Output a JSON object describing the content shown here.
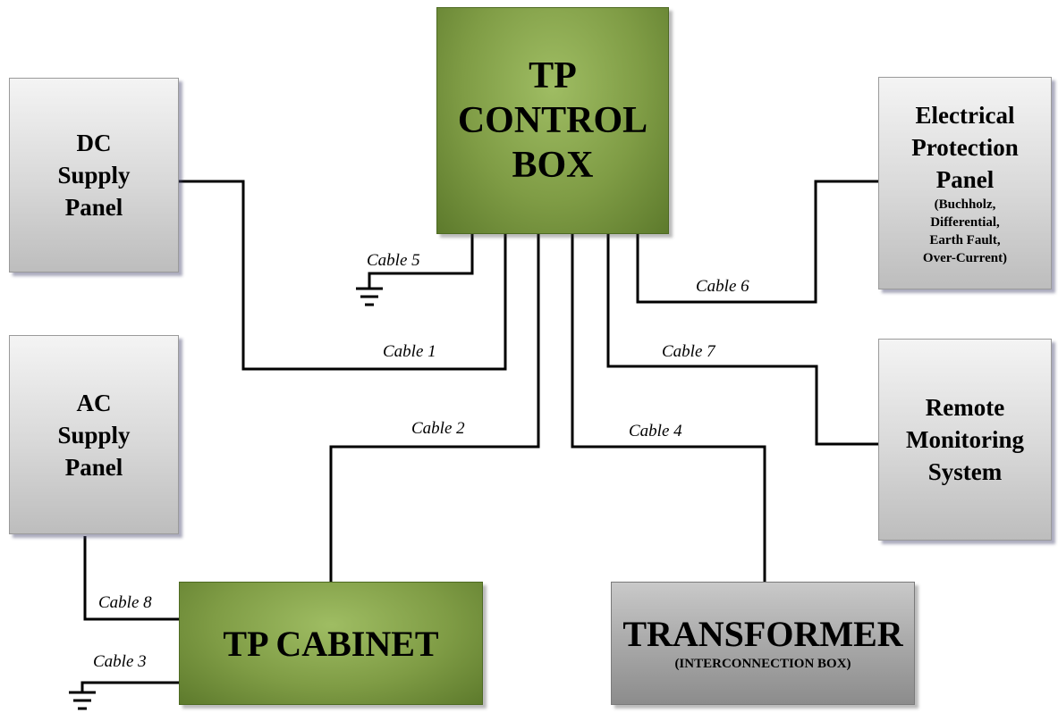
{
  "nodes": {
    "control_box": {
      "lines": [
        "TP",
        "CONTROL",
        "BOX"
      ]
    },
    "dc_supply": {
      "lines": [
        "DC",
        "Supply",
        "Panel"
      ]
    },
    "ac_supply": {
      "lines": [
        "AC",
        "Supply",
        "Panel"
      ]
    },
    "protection_panel": {
      "lines": [
        "Electrical",
        "Protection",
        "Panel"
      ],
      "sub_lines": [
        "(Buchholz,",
        "Differential,",
        "Earth Fault,",
        "Over-Current)"
      ]
    },
    "remote_monitoring": {
      "lines": [
        "Remote",
        "Monitoring",
        "System"
      ]
    },
    "tp_cabinet": {
      "label": "TP CABINET"
    },
    "transformer": {
      "label": "TRANSFORMER",
      "sub_label": "(INTERCONNECTION BOX)"
    }
  },
  "cables": {
    "c1": "Cable 1",
    "c2": "Cable 2",
    "c3": "Cable 3",
    "c4": "Cable 4",
    "c5": "Cable 5",
    "c6": "Cable 6",
    "c7": "Cable 7",
    "c8": "Cable 8"
  },
  "colors": {
    "green_box": "#7f9c45",
    "grey_box": "#d8d8d8",
    "transformer_box": "#a9a9a9",
    "line": "#000000"
  }
}
